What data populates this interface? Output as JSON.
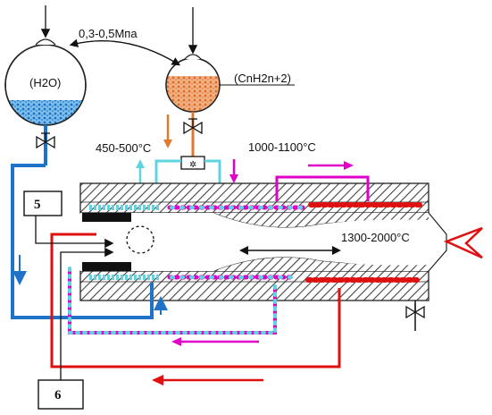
{
  "labels": {
    "pressure": "0,3-0,5Мпа",
    "water": "(H2O)",
    "hydrocarbon": "(CnH2n+2)",
    "temp_low": "450-500°C",
    "temp_mid": "1000-1100°C",
    "temp_high": "1300-2000°C",
    "unit5": "5",
    "unit6": "6"
  },
  "colors": {
    "water": "#1e73c8",
    "steam": "#5fd4e0",
    "fuel": "#e07a2e",
    "magenta": "#e000c8",
    "red": "#e01010",
    "hatch": "#555555"
  }
}
